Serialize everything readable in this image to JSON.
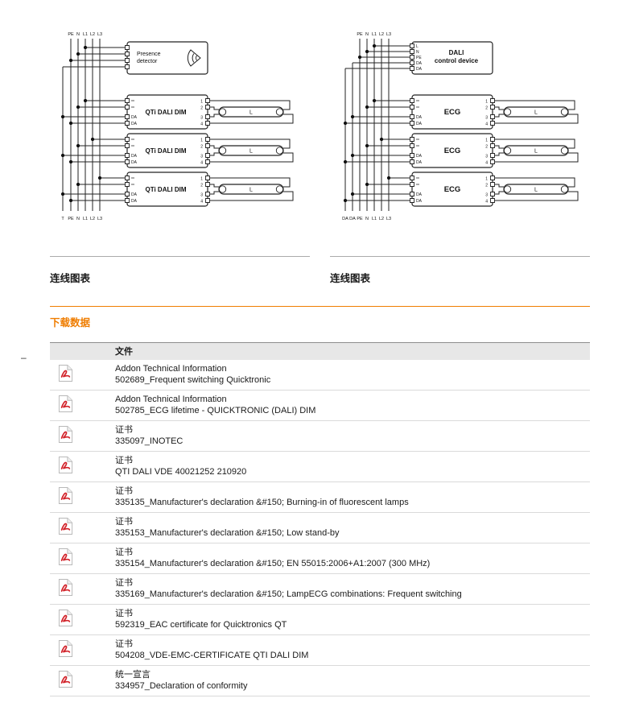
{
  "colors": {
    "accent_orange": "#ef7d00",
    "pdf_red": "#d2232a"
  },
  "sections": {
    "caption_left": "连线图表",
    "caption_right": "连线图表",
    "downloads_title": "下载数据",
    "side_dash": "–",
    "table_header": "文件"
  },
  "diagram_left": {
    "top_labels": [
      "PE",
      "N",
      "L1",
      "L2",
      "L3"
    ],
    "bottom_labels": [
      "T",
      "PE",
      "N",
      "L1",
      "L2",
      "L3"
    ],
    "detector": {
      "line1": "Presence",
      "line2": "detector"
    },
    "ballast_label": "QTi DALI DIM",
    "lamp_label": "L",
    "da_label": "DA",
    "terminals": [
      "1",
      "2",
      "3",
      "4"
    ]
  },
  "diagram_right": {
    "top_labels": [
      "PE",
      "N",
      "L1",
      "L2",
      "L3"
    ],
    "bottom_labels": [
      "DA",
      "DA",
      "PE",
      "N",
      "L1",
      "L2",
      "L3"
    ],
    "controller": {
      "line1": "DALI",
      "line2": "control device"
    },
    "controller_terminals": [
      "L",
      "N",
      "PE",
      "DA",
      "DA"
    ],
    "ecg_label": "ECG",
    "lamp_label": "L",
    "da_label": "DA",
    "terminals": [
      "1",
      "2",
      "3",
      "4"
    ]
  },
  "files": [
    {
      "title": "Addon Technical Information",
      "name": "502689_Frequent switching Quicktronic"
    },
    {
      "title": "Addon Technical Information",
      "name": "502785_ECG lifetime - QUICKTRONIC (DALI) DIM"
    },
    {
      "title": "证书",
      "name": "335097_INOTEC"
    },
    {
      "title": "证书",
      "name": "QTI DALI VDE 40021252 210920"
    },
    {
      "title": "证书",
      "name": "335135_Manufacturer's declaration &#150; Burning-in of fluorescent lamps"
    },
    {
      "title": "证书",
      "name": "335153_Manufacturer's declaration &#150; Low stand-by"
    },
    {
      "title": "证书",
      "name": "335154_Manufacturer's declaration &#150; EN 55015:2006+A1:2007 (300 MHz)"
    },
    {
      "title": "证书",
      "name": "335169_Manufacturer's declaration &#150; LampECG combinations: Frequent switching"
    },
    {
      "title": "证书",
      "name": "592319_EAC certificate for Quicktronics QT"
    },
    {
      "title": "证书",
      "name": "504208_VDE-EMC-CERTIFICATE QTI DALI DIM"
    },
    {
      "title": "统一宣言",
      "name": "334957_Declaration of conformity"
    }
  ]
}
